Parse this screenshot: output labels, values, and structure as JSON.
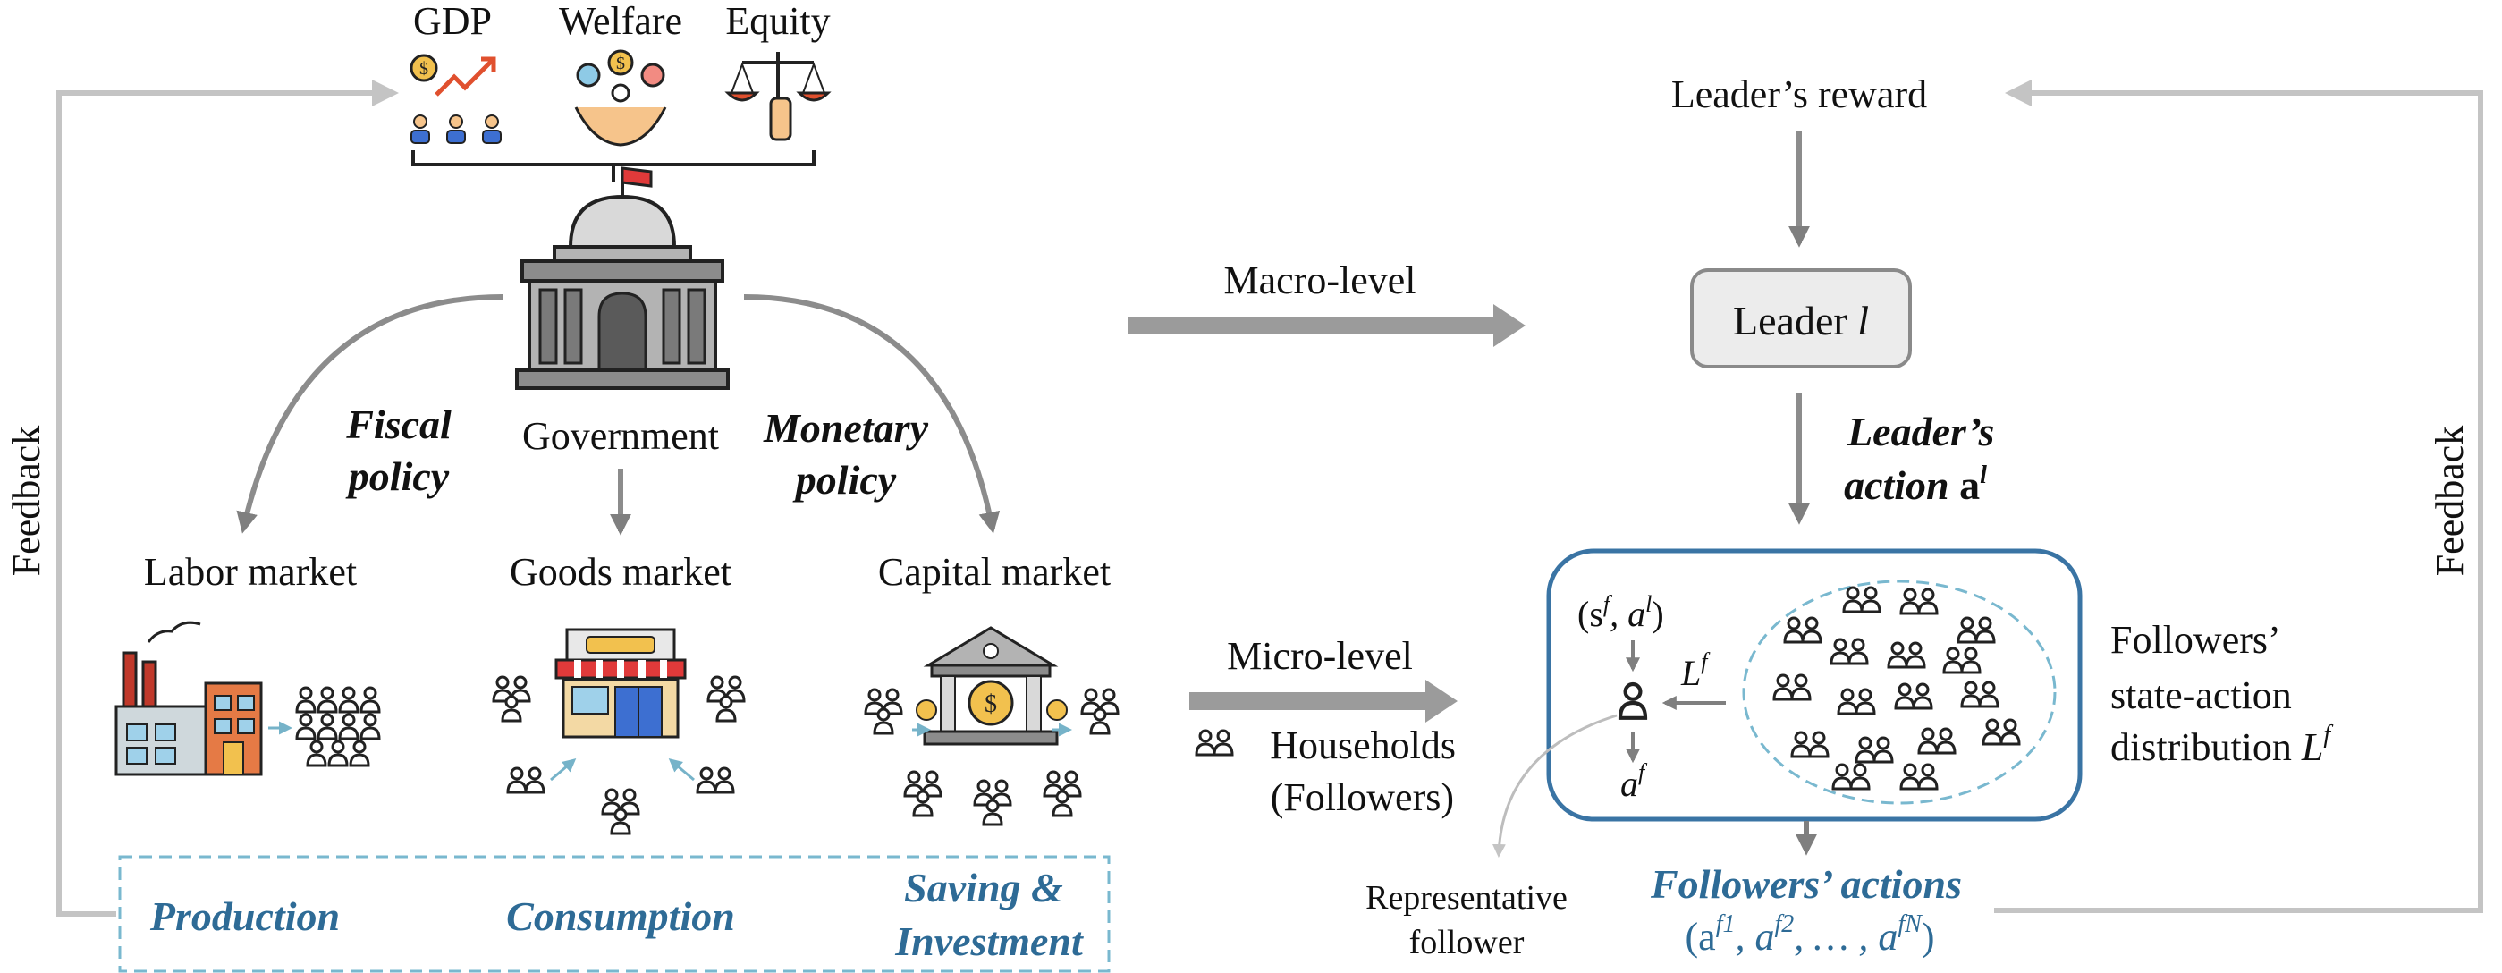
{
  "colors": {
    "arrow_gray": "#8c8c8c",
    "blue_title": "#2e6b96",
    "box_border": "#3a74a4",
    "dashed": "#79b8cf",
    "leader_box_fill": "#ececec"
  },
  "objectives": {
    "gdp": "GDP",
    "welfare": "Welfare",
    "equity": "Equity"
  },
  "government": {
    "label": "Government",
    "fiscal_1": "Fiscal",
    "fiscal_2": "policy",
    "monetary_1": "Monetary",
    "monetary_2": "policy"
  },
  "markets": {
    "labor": "Labor market",
    "goods": "Goods market",
    "capital": "Capital market"
  },
  "activities": {
    "production": "Production",
    "consumption": "Consumption",
    "saving_1": "Saving &",
    "saving_2": "Investment"
  },
  "feedback_left": "Feedback",
  "feedback_right": "Feedback",
  "macro_level": "Macro-level",
  "micro_level": "Micro-level",
  "households_1": "Households",
  "households_2": "(Followers)",
  "leader": {
    "reward": "Leader’s reward",
    "box_main": "Leader ",
    "box_var": "l",
    "action_1": "Leader’s",
    "action_2": "action ",
    "action_sym": "a",
    "action_sup": "l"
  },
  "followers": {
    "state_input": "(s",
    "state_sup": "f",
    "state_mid": ", a",
    "state_sup2": "l",
    "state_end": ")",
    "L_main": "L",
    "L_sup": "f",
    "a_main": "a",
    "a_sup": "f",
    "dist_1": "Followers’",
    "dist_2": "state-action",
    "dist_3": "distribution ",
    "dist_sym": "L",
    "dist_sup": "f",
    "rep_1": "Representative",
    "rep_2": "follower",
    "actions_title": "Followers’ actions",
    "actions_tuple": "(a",
    "sup_f1": "f1",
    "sep": ", a",
    "sup_f2": "f2",
    "dots": ", … , a",
    "sup_fN": "fN",
    "tuple_end": ")"
  }
}
